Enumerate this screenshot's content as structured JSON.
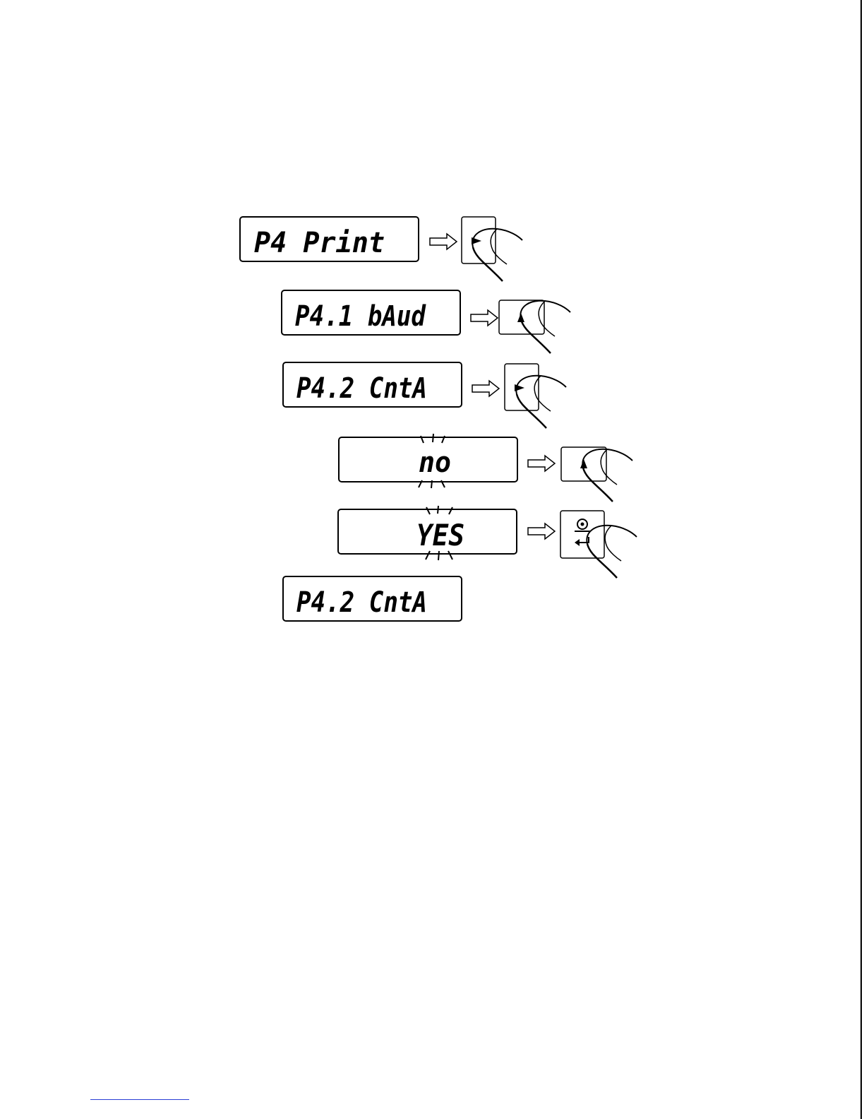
{
  "diagram": {
    "steps": [
      {
        "display": "P4 Print",
        "key": "right-arrow-key"
      },
      {
        "display": "P4.1 bAud",
        "key": "up-arrow-key"
      },
      {
        "display": "P4.2 CntA",
        "key": "right-arrow-key"
      },
      {
        "display": "no",
        "key": "up-arrow-key",
        "blinking": true
      },
      {
        "display": "YES",
        "key": "enter-key",
        "blinking": true
      },
      {
        "display": "P4.2 CntA",
        "key": null
      }
    ],
    "colors": {
      "lcd_border": "#000000",
      "lcd_fill": "#ffffff",
      "footnote_rule": "#2b3fd6"
    }
  }
}
